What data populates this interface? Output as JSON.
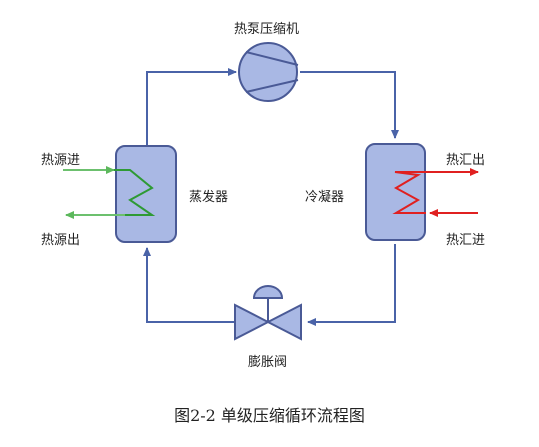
{
  "diagram": {
    "components": {
      "compressor": "热泵压缩机",
      "evaporator": "蒸发器",
      "condenser": "冷凝器",
      "valve": "膨胀阀"
    },
    "ports": {
      "heat_source_in": "热源进",
      "heat_source_out": "热源出",
      "heat_sink_out": "热汇出",
      "heat_sink_in": "热汇进"
    },
    "caption": "图2-2 单级压缩循环流程图"
  },
  "colors": {
    "pipe": "#4a63a8",
    "component_fill": "#a9b8e4",
    "component_stroke": "#4a5a96",
    "evaporator_coil": "#2e9a34",
    "source_arrow": "#6cc06e",
    "condenser_coil": "#e02020"
  }
}
